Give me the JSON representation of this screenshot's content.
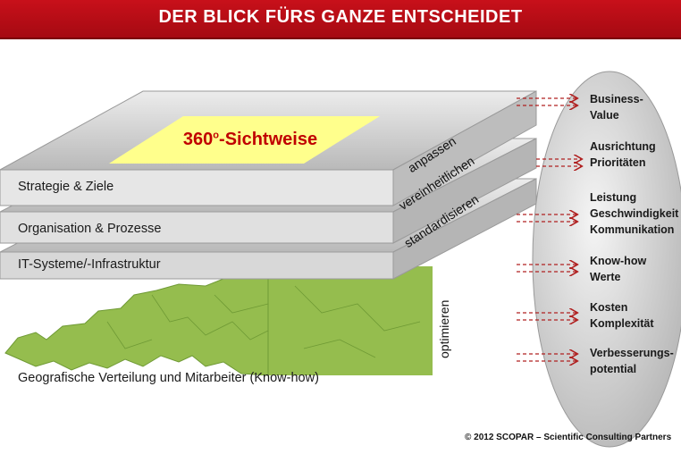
{
  "header": {
    "title": "DER BLICK FÜRS GANZE ENTSCHEIDET"
  },
  "center": {
    "main": "360",
    "deg": "o",
    "suffix": "-Sichtweise"
  },
  "layers": [
    {
      "label": "Strategie & Ziele",
      "side_label": "anpassen"
    },
    {
      "label": "Organisation & Prozesse",
      "side_label": "vereinheitlichen"
    },
    {
      "label": "IT-Systeme/-Infrastruktur",
      "side_label": "standardisieren"
    }
  ],
  "map": {
    "label": "Geografische Verteilung und Mitarbeiter (Know-how)",
    "side_label": "optimieren"
  },
  "ellipse_items": [
    {
      "line1": "Business-",
      "line2": "Value"
    },
    {
      "line1": "Ausrichtung",
      "line2": "Prioritäten"
    },
    {
      "line1": "Leistung",
      "line2": "Geschwindigkeit",
      "line3": "Kommunikation"
    },
    {
      "line1": "Know-how",
      "line2": "Werte"
    },
    {
      "line1": "Kosten",
      "line2": "Komplexität"
    },
    {
      "line1": "Verbesserungs-",
      "line2": "potential"
    }
  ],
  "footer": {
    "copyright": "© 2012 SCOPAR – Scientific Consulting Partners"
  },
  "colors": {
    "banner": "#b30d16",
    "highlight": "#ffff8c",
    "map": "#95bd4e",
    "arrow": "#b02020"
  }
}
